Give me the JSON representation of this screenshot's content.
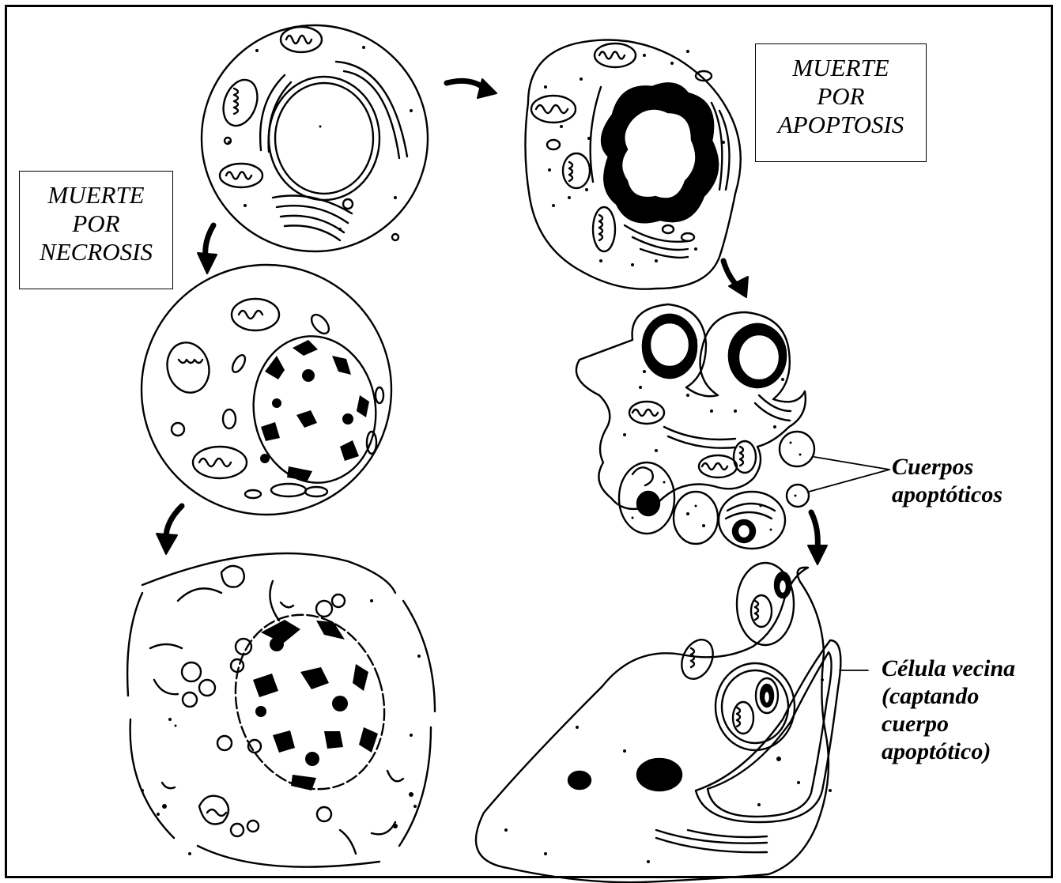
{
  "labels": {
    "necrosis": [
      "MUERTE",
      "POR",
      "NECROSIS"
    ],
    "apoptosis": [
      "MUERTE",
      "POR",
      "APOPTOSIS"
    ],
    "apoptotic_bodies": [
      "Cuerpos",
      "apoptóticos"
    ],
    "neighbor_cell": [
      "Célula vecina",
      "(captando",
      "cuerpo",
      "apoptótico)"
    ]
  },
  "colors": {
    "ink": "#000000",
    "paper": "#ffffff"
  }
}
